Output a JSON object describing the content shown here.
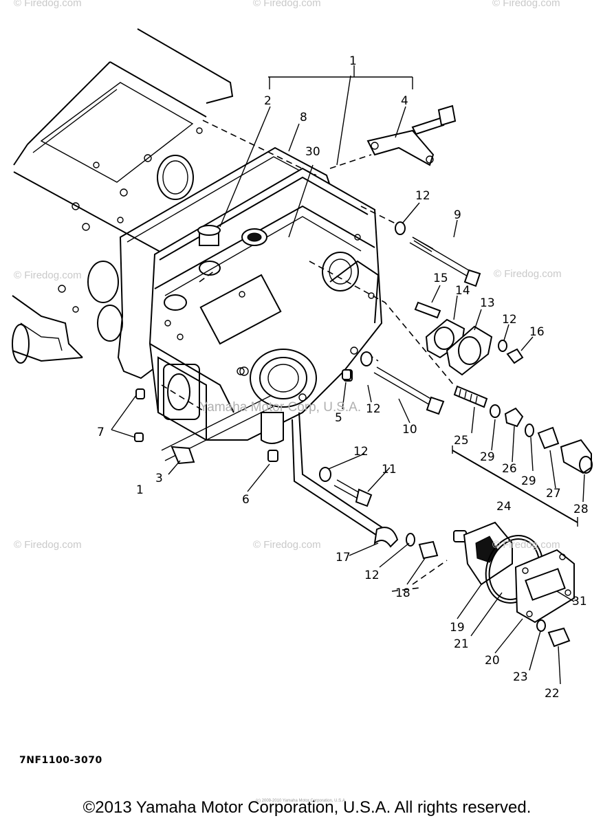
{
  "watermarks": [
    "© Firedog.com",
    "© Firedog.com",
    "© Firedog.com",
    "© Firedog.com",
    "© Firedog.com",
    "© Firedog.com",
    "© Firedog.com",
    "© Firedog.com"
  ],
  "center_watermark": "Yamaha Motor Corp, U.S.A.",
  "callouts": [
    {
      "id": "c1",
      "label": "1"
    },
    {
      "id": "c2",
      "label": "2"
    },
    {
      "id": "c3",
      "label": "3"
    },
    {
      "id": "c3b",
      "label": "1"
    },
    {
      "id": "c4",
      "label": "4"
    },
    {
      "id": "c5",
      "label": "5"
    },
    {
      "id": "c6",
      "label": "6"
    },
    {
      "id": "c7",
      "label": "7"
    },
    {
      "id": "c8",
      "label": "8"
    },
    {
      "id": "c9",
      "label": "9"
    },
    {
      "id": "c10",
      "label": "10"
    },
    {
      "id": "c11",
      "label": "11"
    },
    {
      "id": "c12a",
      "label": "12"
    },
    {
      "id": "c12b",
      "label": "12"
    },
    {
      "id": "c12c",
      "label": "12"
    },
    {
      "id": "c12d",
      "label": "12"
    },
    {
      "id": "c12e",
      "label": "12"
    },
    {
      "id": "c13",
      "label": "13"
    },
    {
      "id": "c14",
      "label": "14"
    },
    {
      "id": "c15",
      "label": "15"
    },
    {
      "id": "c16",
      "label": "16"
    },
    {
      "id": "c17",
      "label": "17"
    },
    {
      "id": "c18",
      "label": "18"
    },
    {
      "id": "c19",
      "label": "19"
    },
    {
      "id": "c20",
      "label": "20"
    },
    {
      "id": "c21",
      "label": "21"
    },
    {
      "id": "c22",
      "label": "22"
    },
    {
      "id": "c23",
      "label": "23"
    },
    {
      "id": "c24",
      "label": "24"
    },
    {
      "id": "c25",
      "label": "25"
    },
    {
      "id": "c26",
      "label": "26"
    },
    {
      "id": "c27",
      "label": "27"
    },
    {
      "id": "c28",
      "label": "28"
    },
    {
      "id": "c29a",
      "label": "29"
    },
    {
      "id": "c29b",
      "label": "29"
    },
    {
      "id": "c30",
      "label": "30"
    },
    {
      "id": "c31",
      "label": "31"
    }
  ],
  "diagram_code": "7NF1100-3070",
  "tiny_notice": "(c) 2009-2010 Yamaha Motor Corporation, U.S.A.",
  "copyright": "©2013 Yamaha Motor Corporation, U.S.A. All rights reserved."
}
